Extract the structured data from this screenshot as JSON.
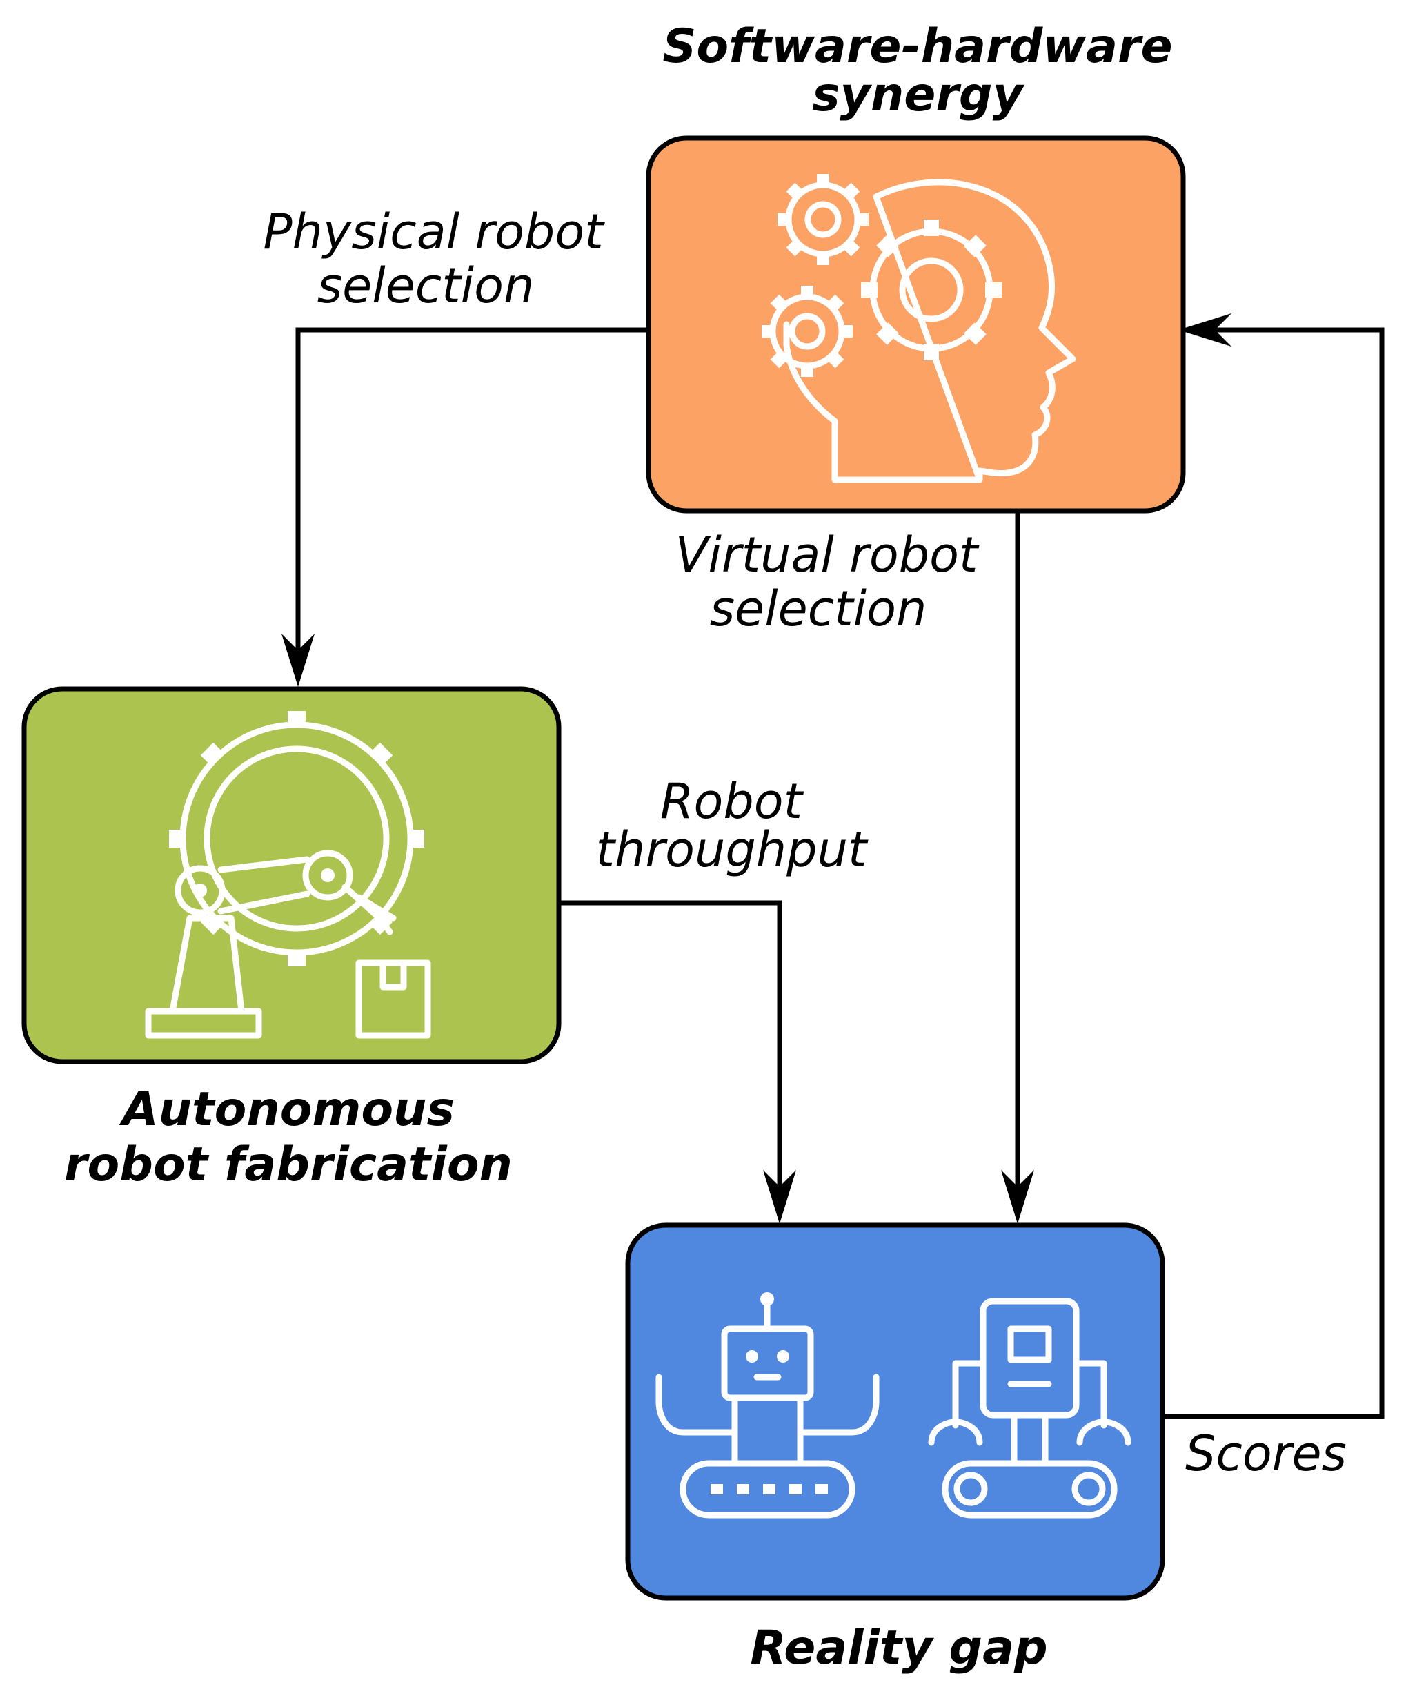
{
  "nodes": {
    "software": {
      "title_line1": "Software-hardware",
      "title_line2": "synergy",
      "color": "#FCA265",
      "icon": "head-gears-icon"
    },
    "fabrication": {
      "title_line1": "Autonomous",
      "title_line2": "robot fabrication",
      "color": "#ADC34F",
      "icon": "robot-arm-gear-icon"
    },
    "reality": {
      "title_line1": "Reality gap",
      "color": "#5088E0",
      "icon": "two-robots-icon"
    }
  },
  "edges": {
    "physical": {
      "line1": "Physical robot",
      "line2": "selection"
    },
    "virtual": {
      "line1": "Virtual robot",
      "line2": "selection"
    },
    "throughput": {
      "line1": "Robot",
      "line2": "throughput"
    },
    "scores": {
      "line1": "Scores"
    }
  }
}
